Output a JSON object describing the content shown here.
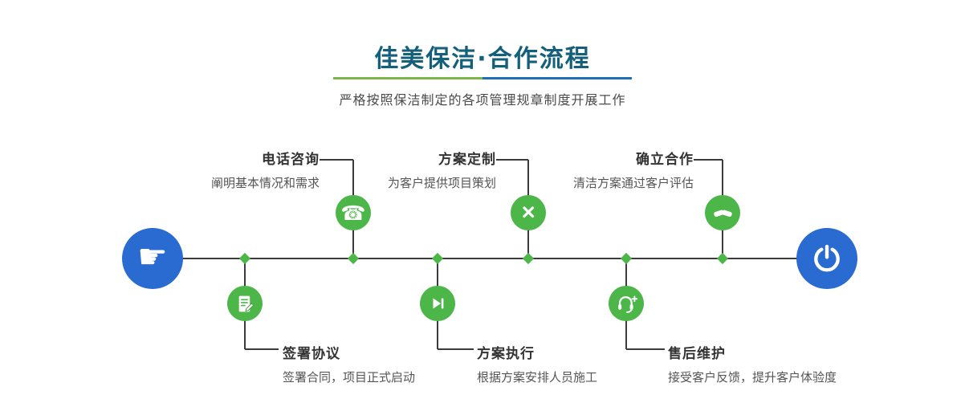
{
  "page": {
    "title": "佳美保洁·合作流程",
    "subtitle": "严格按照保洁制定的各项管理规章制度开展工作"
  },
  "colors": {
    "green": "#4cb648",
    "blue": "#2a6bd2",
    "title": "#14607c",
    "line": "#3c3c3c",
    "divider_green": "#7ab648",
    "divider_blue": "#1d6fb8"
  },
  "flow": {
    "start": {
      "icon": "pointing-hand-icon"
    },
    "end": {
      "icon": "power-icon"
    },
    "top_steps": [
      {
        "title": "电话咨询",
        "desc": "阐明基本情况和需求",
        "icon": "phone-icon"
      },
      {
        "title": "方案定制",
        "desc": "为客户提供项目策划",
        "icon": "design-tools-icon"
      },
      {
        "title": "确立合作",
        "desc": "清洁方案通过客户评估",
        "icon": "handshake-icon"
      }
    ],
    "bottom_steps": [
      {
        "title": "签署协议",
        "desc": "签署合同，项目正式启动",
        "icon": "contract-icon"
      },
      {
        "title": "方案执行",
        "desc": "根据方案安排人员施工",
        "icon": "play-icon"
      },
      {
        "title": "售后维护",
        "desc": "接受客户反馈，提升客户体验度",
        "icon": "headset-icon"
      }
    ]
  }
}
